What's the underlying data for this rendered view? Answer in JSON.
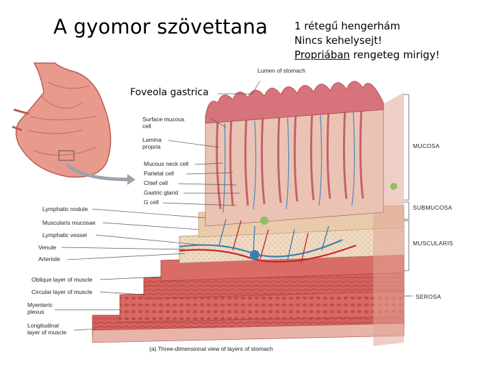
{
  "slide": {
    "title": "A gyomor szövettana",
    "notes": {
      "line1": "1 rétegű hengerhám",
      "line2": "Nincs kehelysejt!",
      "line3_underlined": "Propriában",
      "line3_rest": " rengeteg mirigy!"
    },
    "foveola_label": "Foveola gastrica"
  },
  "figure": {
    "top_label": "Lumen of stomach",
    "left_labels": [
      "Surface mucous",
      "cell",
      "Lamina",
      "propria",
      "Mucous neck cell",
      "Parietal cell",
      "Chief cell",
      "Gastric gland",
      "G cell",
      "Lymphatic nodule",
      "Muscularis mucosae",
      "Lymphatic vessel",
      "Venule",
      "Arteriole",
      "Oblique layer of muscle",
      "Circular layer of muscle",
      "Myenteric",
      "plexus",
      "Longitudinal",
      "layer of muscle"
    ],
    "right_labels": [
      "MUCOSA",
      "SUBMUCOSA",
      "MUSCULARIS",
      "SEROSA"
    ],
    "caption": "(a) Three-dimensional view of layers of stomach",
    "colors": {
      "mucosa": "#d7737b",
      "muscle": "#cf5a57",
      "submucosa": "#ecd2b6",
      "vessel_blue": "#3a7fb4",
      "vessel_red": "#c2262e"
    }
  }
}
